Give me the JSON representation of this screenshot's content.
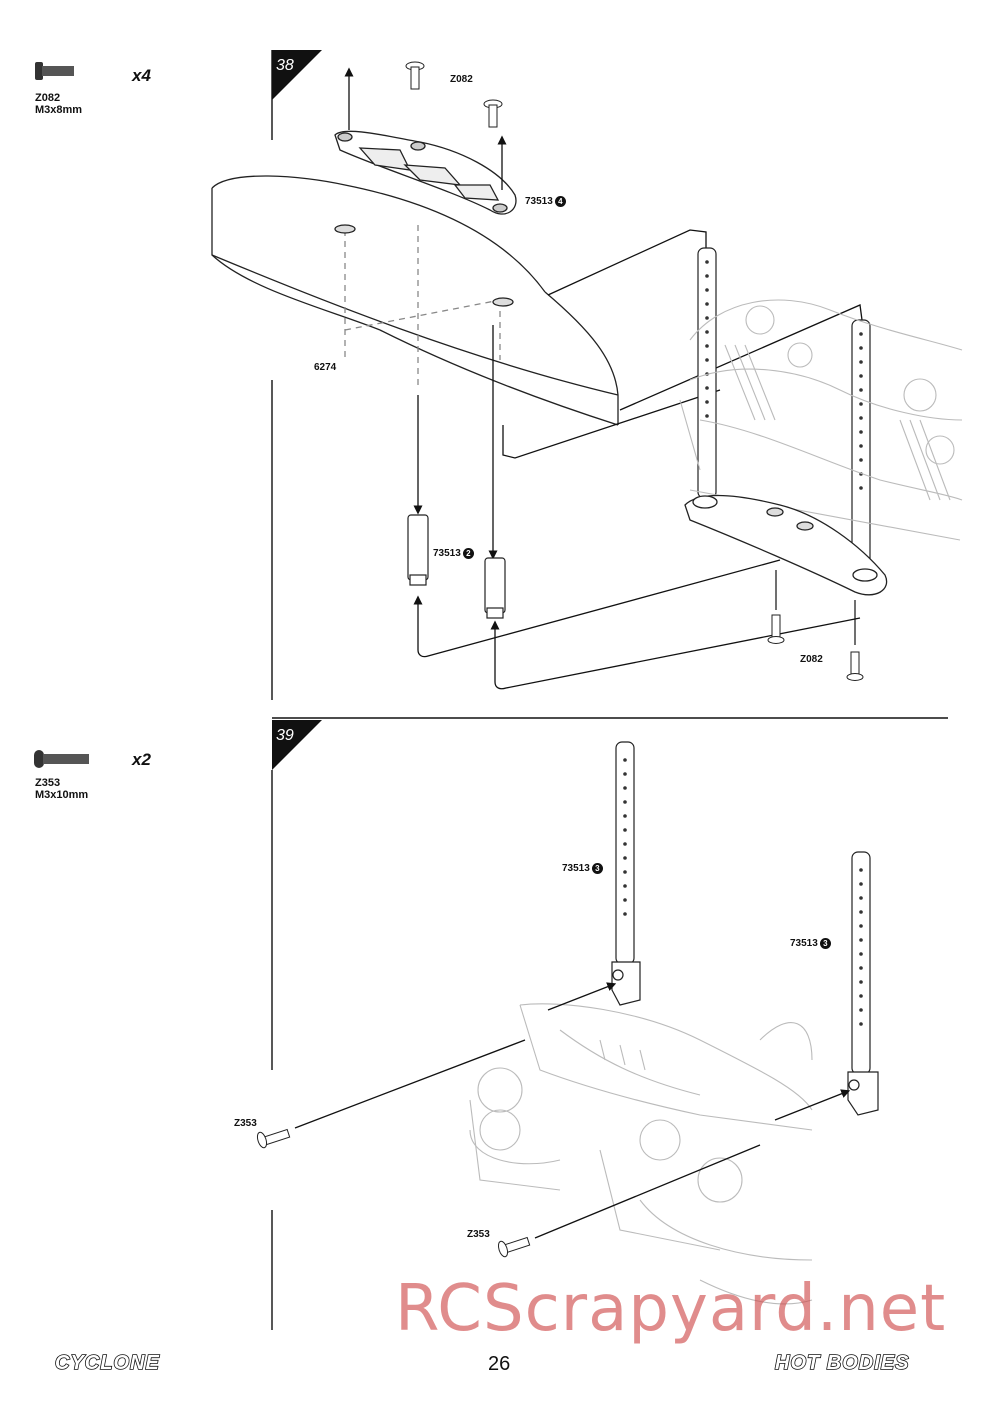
{
  "hardware": [
    {
      "code": "Z082",
      "size": "M3x8mm",
      "qty": "x4"
    },
    {
      "code": "Z353",
      "size": "M3x10mm",
      "qty": "x2"
    }
  ],
  "steps": [
    {
      "number": "38",
      "callouts": {
        "screw_top": "Z082",
        "plate": "73513",
        "plate_badge": "4",
        "bumper": "6274",
        "posts": "73513",
        "posts_badge": "2",
        "screw_bottom": "Z082"
      }
    },
    {
      "number": "39",
      "callouts": {
        "mount_left": "73513",
        "mount_left_badge": "3",
        "mount_right": "73513",
        "mount_right_badge": "3",
        "screw_left": "Z353",
        "screw_right": "Z353"
      }
    }
  ],
  "footer": {
    "page_number": "26",
    "left_logo": "CYCLONE",
    "right_logo": "HOT BODIES",
    "watermark": "RCScrapyard.net"
  }
}
